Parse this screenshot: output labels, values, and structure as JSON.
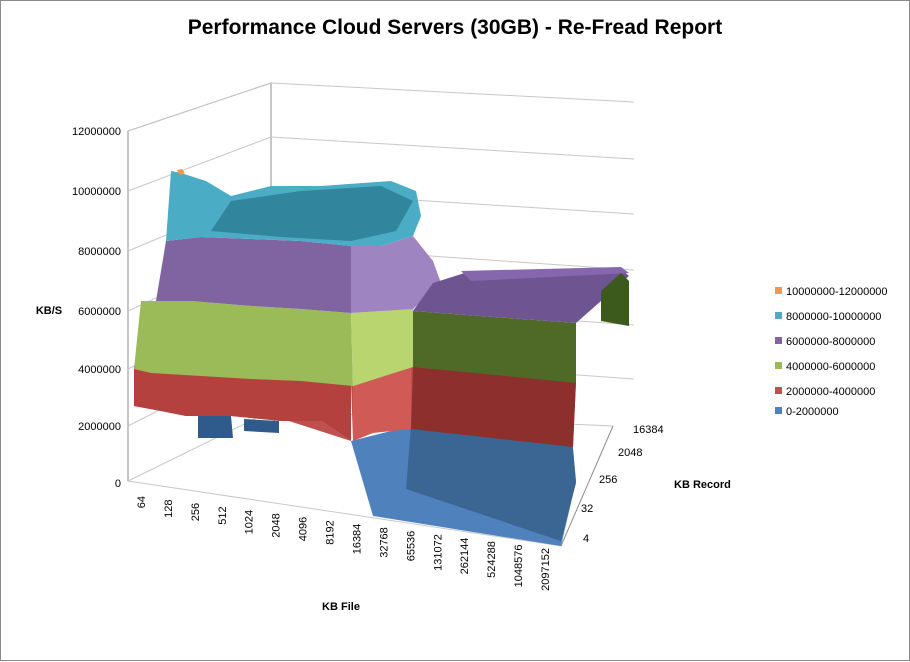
{
  "chart_data": {
    "type": "surface",
    "title": "Performance Cloud Servers (30GB)  - Re-Fread Report",
    "xlabel": "KB File",
    "ylabel": "KB/S",
    "zlabel": "KB Record",
    "zlim": [
      0,
      12000000
    ],
    "z_ticks": [
      "12000000",
      "10000000",
      "8000000",
      "6000000",
      "4000000",
      "2000000",
      "0"
    ],
    "file_sizes": [
      "64",
      "128",
      "256",
      "512",
      "1024",
      "2048",
      "4096",
      "8192",
      "16384",
      "32768",
      "65536",
      "131072",
      "262144",
      "524288",
      "1048576",
      "2097152"
    ],
    "record_sizes_shown": [
      "4",
      "32",
      "256",
      "2048",
      "16384"
    ],
    "legend": [
      {
        "label": "10000000-12000000",
        "color": "#F79646"
      },
      {
        "label": "8000000-10000000",
        "color": "#4BACC6"
      },
      {
        "label": "6000000-8000000",
        "color": "#8064A2"
      },
      {
        "label": "4000000-6000000",
        "color": "#9BBB59"
      },
      {
        "label": "2000000-4000000",
        "color": "#C0504D"
      },
      {
        "label": "0-2000000",
        "color": "#4F81BD"
      }
    ],
    "series_front_edge_kbps": [
      {
        "file": "64",
        "value": 2800000
      },
      {
        "file": "128",
        "value": 2600000
      },
      {
        "file": "256",
        "value": 2700000
      },
      {
        "file": "512",
        "value": 2600000
      },
      {
        "file": "1024",
        "value": 2500000
      },
      {
        "file": "2048",
        "value": 2500000
      },
      {
        "file": "4096",
        "value": 2600000
      },
      {
        "file": "8192",
        "value": 2900000
      },
      {
        "file": "16384",
        "value": 3200000
      },
      {
        "file": "32768",
        "value": 0
      },
      {
        "file": "65536",
        "value": 0
      },
      {
        "file": "131072",
        "value": 0
      },
      {
        "file": "262144",
        "value": 0
      },
      {
        "file": "524288",
        "value": 0
      },
      {
        "file": "1048576",
        "value": 0
      },
      {
        "file": "2097152",
        "value": 0
      }
    ],
    "series_peak_kbps": [
      {
        "file": "64",
        "value": 10500000
      },
      {
        "file": "128",
        "value": 10300000
      },
      {
        "file": "256",
        "value": 9800000
      },
      {
        "file": "512",
        "value": 9900000
      },
      {
        "file": "1024",
        "value": 10000000
      },
      {
        "file": "2048",
        "value": 10000000
      },
      {
        "file": "4096",
        "value": 10100000
      },
      {
        "file": "8192",
        "value": 10200000
      },
      {
        "file": "16384",
        "value": 10000000
      },
      {
        "file": "32768",
        "value": 7200000
      },
      {
        "file": "65536",
        "value": 6600000
      },
      {
        "file": "131072",
        "value": 6600000
      },
      {
        "file": "262144",
        "value": 6700000
      },
      {
        "file": "524288",
        "value": 6700000
      },
      {
        "file": "1048576",
        "value": 6700000
      },
      {
        "file": "2097152",
        "value": 6800000
      }
    ]
  }
}
